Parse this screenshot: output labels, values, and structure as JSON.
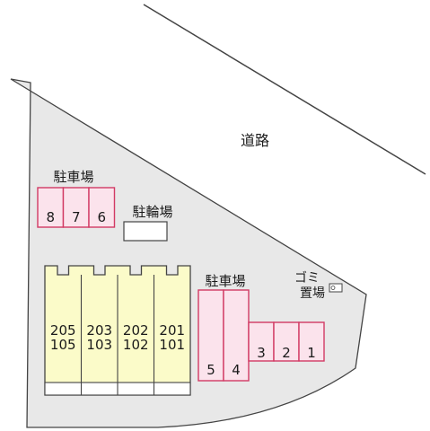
{
  "labels": {
    "road": "道路",
    "parking_left": "駐車場",
    "bicycle_parking": "駐輪場",
    "parking_right": "駐車場",
    "garbage_line1": "ゴミ",
    "garbage_line2": "置場"
  },
  "parking_left_spaces": [
    "8",
    "7",
    "6"
  ],
  "parking_right_tall_spaces": [
    "5",
    "4"
  ],
  "parking_right_short_spaces": [
    "3",
    "2",
    "1"
  ],
  "building_units": [
    {
      "upper": "205",
      "lower": "105"
    },
    {
      "upper": "203",
      "lower": "103"
    },
    {
      "upper": "202",
      "lower": "102"
    },
    {
      "upper": "201",
      "lower": "101"
    }
  ],
  "colors": {
    "lot": "#e8e8e8",
    "parking_fill": "#fbe3ec",
    "parking_stroke": "#d23a64",
    "building_fill": "#fbfbc9",
    "outline": "#444444"
  }
}
